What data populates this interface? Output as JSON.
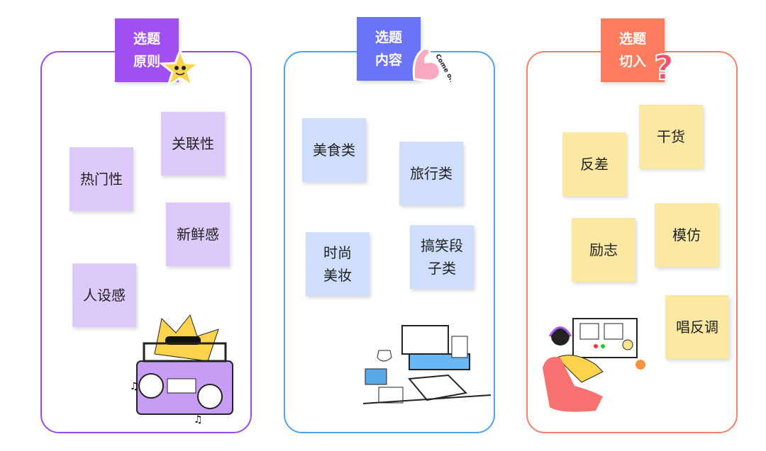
{
  "columns": [
    {
      "title_line1": "选题",
      "title_line2": "原则",
      "accent": "#a24ff2",
      "border": "#9a4bf0",
      "notes": [
        "热门性",
        "关联性",
        "新鲜感",
        "人设感"
      ]
    },
    {
      "title_line1": "选题",
      "title_line2": "内容",
      "accent": "#6b73f7",
      "border": "#4ea2ef",
      "sticker_text": "Come on",
      "notes": [
        "美食类",
        "旅行类",
        "时尚\n美妆",
        "搞笑段\n子类"
      ]
    },
    {
      "title_line1": "选题",
      "title_line2": "切入",
      "accent": "#ff7b5e",
      "border": "#f3806b",
      "notes": [
        "反差",
        "干货",
        "励志",
        "模仿",
        "唱反调"
      ]
    }
  ]
}
